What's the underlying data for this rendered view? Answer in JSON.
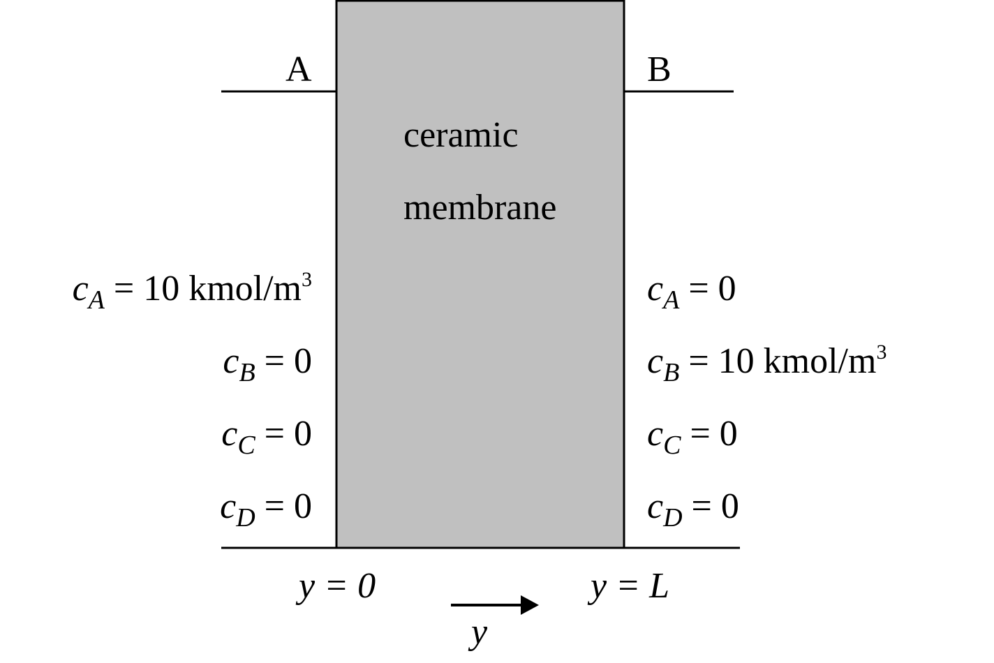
{
  "colors": {
    "membrane_fill": "#c0c0c0",
    "line": "#000000",
    "background": "#ffffff"
  },
  "labels": {
    "side_left": "A",
    "side_right": "B",
    "membrane_line1": "ceramic",
    "membrane_line2": "membrane",
    "y_start": "y = 0",
    "y_end": "y = L",
    "axis": "y"
  },
  "left_side": [
    {
      "symbol": "c",
      "species": "A",
      "value": "= 10 kmol/m",
      "exponent": "3"
    },
    {
      "symbol": "c",
      "species": "B",
      "value": "= 0",
      "exponent": ""
    },
    {
      "symbol": "c",
      "species": "C",
      "value": "= 0",
      "exponent": ""
    },
    {
      "symbol": "c",
      "species": "D",
      "value": "= 0",
      "exponent": ""
    }
  ],
  "right_side": [
    {
      "symbol": "c",
      "species": "A",
      "value": "= 0",
      "exponent": ""
    },
    {
      "symbol": "c",
      "species": "B",
      "value": "= 10 kmol/m",
      "exponent": "3"
    },
    {
      "symbol": "c",
      "species": "C",
      "value": "= 0",
      "exponent": ""
    },
    {
      "symbol": "c",
      "species": "D",
      "value": "= 0",
      "exponent": ""
    }
  ]
}
